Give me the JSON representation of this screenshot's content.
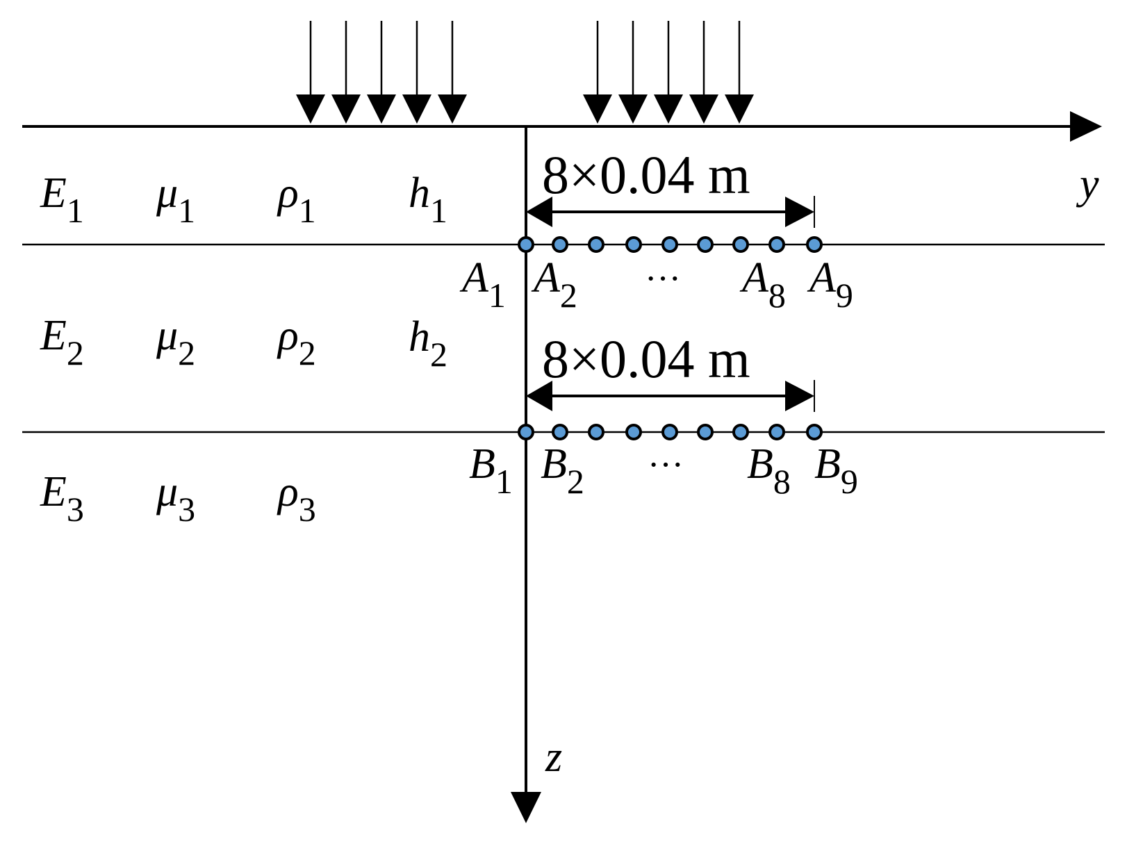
{
  "axes": {
    "y_label": "y",
    "z_label": "z"
  },
  "layers": [
    {
      "symbols": [
        {
          "base": "E",
          "sub": "1"
        },
        {
          "base": "μ",
          "sub": "1"
        },
        {
          "base": "ρ",
          "sub": "1"
        },
        {
          "base": "h",
          "sub": "1"
        }
      ]
    },
    {
      "symbols": [
        {
          "base": "E",
          "sub": "2"
        },
        {
          "base": "μ",
          "sub": "2"
        },
        {
          "base": "ρ",
          "sub": "2"
        },
        {
          "base": "h",
          "sub": "2"
        }
      ]
    },
    {
      "symbols": [
        {
          "base": "E",
          "sub": "3"
        },
        {
          "base": "μ",
          "sub": "3"
        },
        {
          "base": "ρ",
          "sub": "3"
        }
      ]
    }
  ],
  "dimensions": [
    {
      "label": "8×0.04 m"
    },
    {
      "label": "8×0.04 m"
    }
  ],
  "measurement_rows": [
    {
      "point_count": 9,
      "labels": [
        {
          "base": "A",
          "sub": "1"
        },
        {
          "base": "A",
          "sub": "2"
        },
        {
          "base": "A",
          "sub": "8"
        },
        {
          "base": "A",
          "sub": "9"
        }
      ],
      "ellipsis": "···"
    },
    {
      "point_count": 9,
      "labels": [
        {
          "base": "B",
          "sub": "1"
        },
        {
          "base": "B",
          "sub": "2"
        },
        {
          "base": "B",
          "sub": "8"
        },
        {
          "base": "B",
          "sub": "9"
        }
      ],
      "ellipsis": "···"
    }
  ],
  "loads": [
    {
      "arrow_count": 5
    },
    {
      "arrow_count": 5
    }
  ],
  "colors": {
    "line": "#000000",
    "point_fill": "#5b9bd5",
    "point_stroke": "#000000"
  }
}
